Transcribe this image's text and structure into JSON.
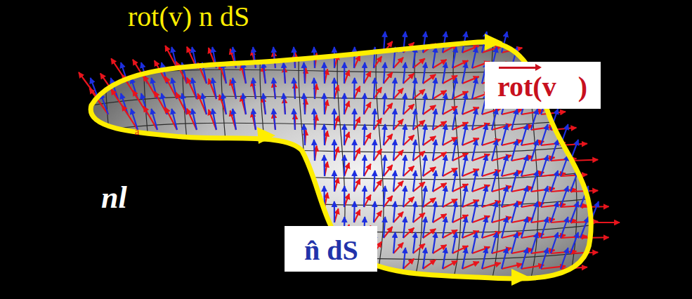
{
  "diagram": {
    "nodes": [
      {
        "text": [
          "rot(v⃗)"
        ]
      },
      {
        "text": [
          "n̂ dS"
        ]
      }
    ],
    "labels": [
      "rot(v) n dS",
      "nl",
      "a"
    ]
  }
}
